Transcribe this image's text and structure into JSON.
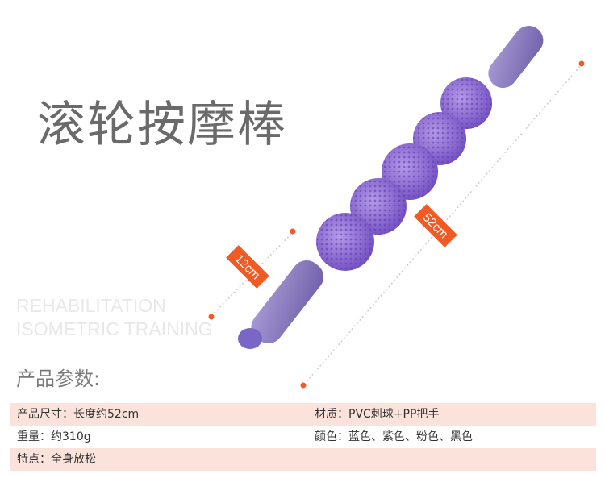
{
  "title": "滚轮按摩棒",
  "subtitle_lines": [
    "REHABILITATION",
    "ISOMETRIC TRAINING"
  ],
  "params_heading": "产品参数:",
  "dimensions": {
    "width_label": "12cm",
    "length_label": "52cm"
  },
  "colors": {
    "stick": "#8f80c0",
    "balls": "#8a6ad0",
    "label_bg": "#f05a24",
    "row_bg": "#fbe3db"
  },
  "specs": [
    {
      "left": "产品尺寸：长度约52cm",
      "right": "材质：PVC刺球+PP把手"
    },
    {
      "left": "重量：约310g",
      "right": "颜色：蓝色、紫色、粉色、黑色"
    },
    {
      "left": "特点：全身放松",
      "right": ""
    }
  ]
}
